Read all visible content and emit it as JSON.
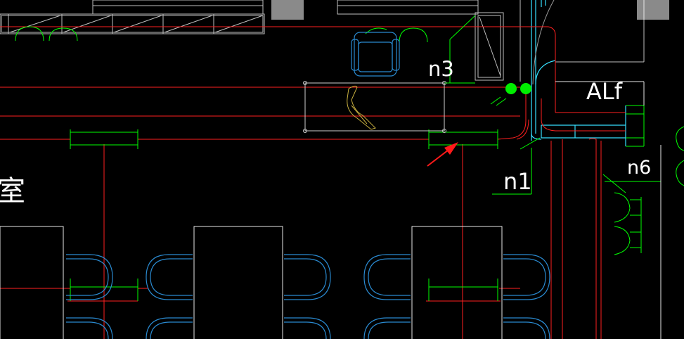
{
  "drawing": {
    "labels": {
      "n3": "n3",
      "alf": "ALf",
      "n1": "n1",
      "n6": "n6",
      "partial_char": "室"
    }
  },
  "colors": {
    "background": "#000000",
    "red_line": "#ff2020",
    "green": "#00ff00",
    "blue_furniture": "#2a8ad0",
    "cyan": "#36e0ff",
    "white_outline": "#e8e8e8",
    "grey_column": "#8a8a8a",
    "arrow": "#ff1a1a",
    "yellow_chair": "#c8b040"
  },
  "icons": {
    "arrow": "annotation-arrow-icon",
    "green_dots": "green-marker-icon"
  }
}
